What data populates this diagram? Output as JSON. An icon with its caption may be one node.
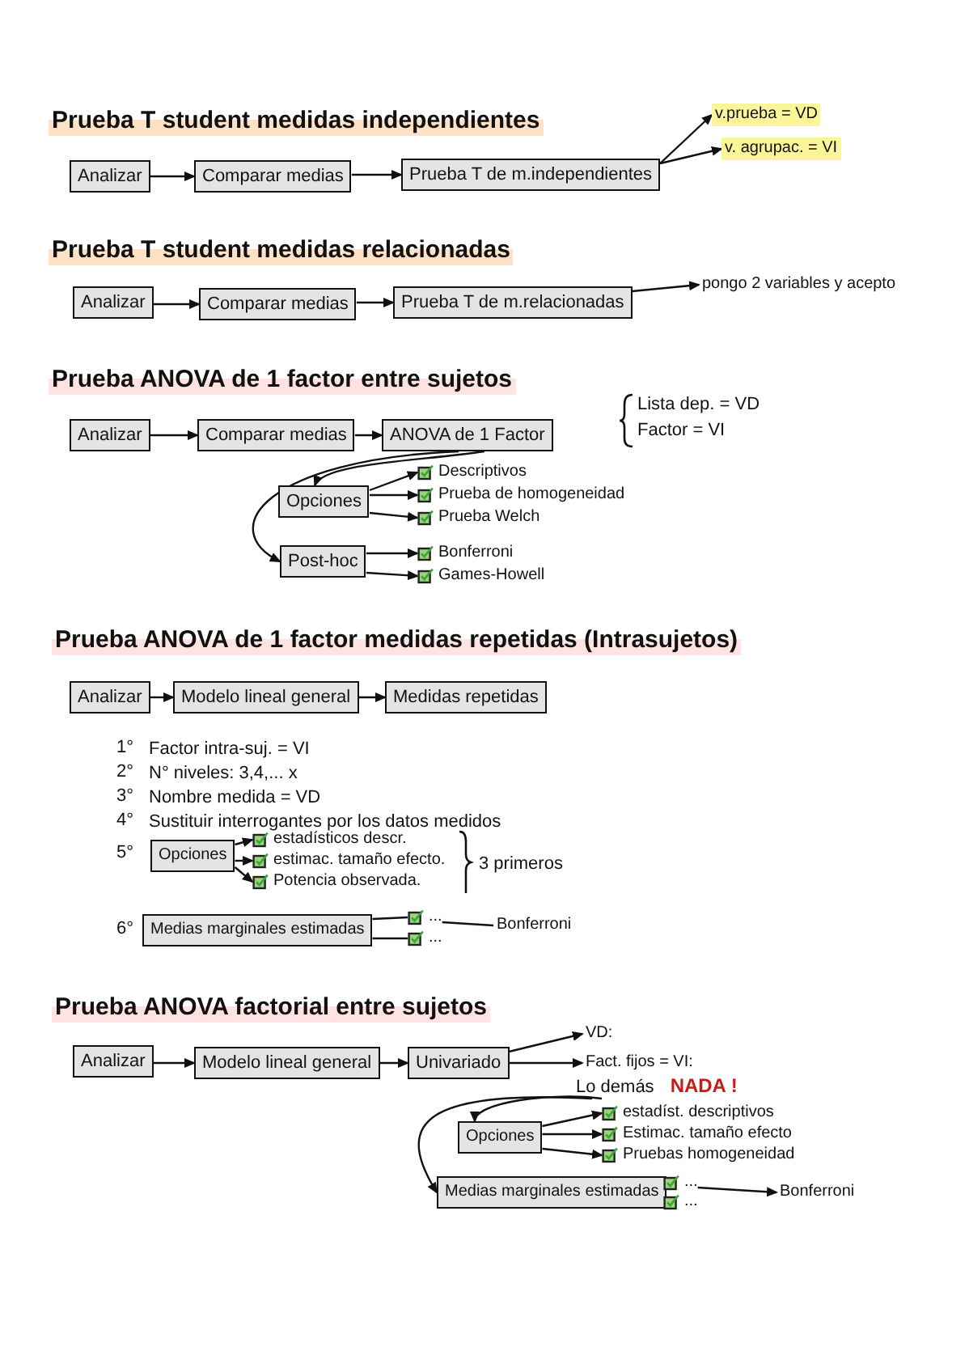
{
  "diagram": {
    "nodes": [
      {
        "text": [
          "Analizar"
        ]
      },
      {
        "text": [
          "Comparar medias"
        ]
      },
      {
        "text": [
          "Prueba T de m.independientes"
        ]
      },
      {
        "text": [
          "v.prueba = VD"
        ]
      },
      {
        "text": [
          "v. agrupac. = VI"
        ]
      },
      {
        "text": [
          "Analizar"
        ]
      },
      {
        "text": [
          "Comparar medias"
        ]
      },
      {
        "text": [
          "Prueba T de m.relacionadas"
        ]
      },
      {
        "text": [
          "pongo 2 variables y acepto"
        ]
      },
      {
        "text": [
          "Analizar"
        ]
      },
      {
        "text": [
          "Comparar medias"
        ]
      },
      {
        "text": [
          "ANOVA de 1 Factor"
        ]
      },
      {
        "text": [
          "Opciones"
        ]
      },
      {
        "text": [
          "Descriptivos"
        ]
      },
      {
        "text": [
          "Prueba de homogeneidad"
        ]
      },
      {
        "text": [
          "Prueba Welch"
        ]
      },
      {
        "text": [
          "Post-hoc"
        ]
      },
      {
        "text": [
          "Bonferroni"
        ]
      },
      {
        "text": [
          "Games-Howell"
        ]
      },
      {
        "text": [
          "Analizar"
        ]
      },
      {
        "text": [
          "Modelo lineal general"
        ]
      },
      {
        "text": [
          "Medidas repetidas"
        ]
      },
      {
        "text": [
          "Opciones"
        ]
      },
      {
        "text": [
          "estadísticos descr."
        ]
      },
      {
        "text": [
          "estimac. tamaño efecto."
        ]
      },
      {
        "text": [
          "Potencia observada."
        ]
      },
      {
        "text": [
          "Medias marginales estimadas"
        ]
      },
      {
        "text": [
          "..."
        ]
      },
      {
        "text": [
          "..."
        ]
      },
      {
        "text": [
          "Bonferroni"
        ]
      },
      {
        "text": [
          "Analizar"
        ]
      },
      {
        "text": [
          "Modelo lineal general"
        ]
      },
      {
        "text": [
          "Univariado"
        ]
      },
      {
        "text": [
          "VD:"
        ]
      },
      {
        "text": [
          "Fact. fijos = VI:"
        ]
      },
      {
        "text": [
          "Lo demás",
          "NADA !"
        ]
      },
      {
        "text": [
          "Opciones"
        ]
      },
      {
        "text": [
          "estadíst. descriptivos"
        ]
      },
      {
        "text": [
          "Estimac. tamaño efecto"
        ]
      },
      {
        "text": [
          "Pruebas homogeneidad"
        ]
      },
      {
        "text": [
          "Medias marginales estimadas"
        ]
      },
      {
        "text": [
          "..."
        ]
      },
      {
        "text": [
          "..."
        ]
      },
      {
        "text": [
          "Bonferroni"
        ]
      }
    ],
    "edges": [
      {
        "from": 0,
        "to": 1,
        "arrow": "to"
      },
      {
        "from": 1,
        "to": 2,
        "arrow": "to"
      },
      {
        "from": 2,
        "to": 3,
        "arrow": "to"
      },
      {
        "from": 2,
        "to": 4,
        "arrow": "to"
      },
      {
        "from": 5,
        "to": 6,
        "arrow": "to"
      },
      {
        "from": 6,
        "to": 7,
        "arrow": "to"
      },
      {
        "from": 7,
        "to": 8,
        "arrow": "to"
      },
      {
        "from": 9,
        "to": 10,
        "arrow": "to"
      },
      {
        "from": 10,
        "to": 11,
        "arrow": "to"
      },
      {
        "from": 11,
        "to": 12,
        "arrow": "to"
      },
      {
        "from": 11,
        "to": 16,
        "arrow": "to"
      },
      {
        "from": 12,
        "to": 13,
        "arrow": "to"
      },
      {
        "from": 12,
        "to": 14,
        "arrow": "to"
      },
      {
        "from": 12,
        "to": 15,
        "arrow": "to"
      },
      {
        "from": 16,
        "to": 17,
        "arrow": "to"
      },
      {
        "from": 16,
        "to": 18,
        "arrow": "to"
      },
      {
        "from": 19,
        "to": 20,
        "arrow": "to"
      },
      {
        "from": 20,
        "to": 21,
        "arrow": "to"
      },
      {
        "from": 22,
        "to": 23,
        "arrow": "to"
      },
      {
        "from": 22,
        "to": 24,
        "arrow": "to"
      },
      {
        "from": 22,
        "to": 25,
        "arrow": "to"
      },
      {
        "from": 26,
        "to": 27,
        "arrow": "none"
      },
      {
        "from": 26,
        "to": 28,
        "arrow": "none"
      },
      {
        "from": 27,
        "to": 29,
        "arrow": "none"
      },
      {
        "from": 30,
        "to": 31,
        "arrow": "to"
      },
      {
        "from": 31,
        "to": 32,
        "arrow": "to"
      },
      {
        "from": 32,
        "to": 33,
        "arrow": "to"
      },
      {
        "from": 32,
        "to": 34,
        "arrow": "to"
      },
      {
        "from": 35,
        "to": 36,
        "arrow": "to"
      },
      {
        "from": 35,
        "to": 40,
        "arrow": "to"
      },
      {
        "from": 36,
        "to": 37,
        "arrow": "to"
      },
      {
        "from": 36,
        "to": 38,
        "arrow": "to"
      },
      {
        "from": 36,
        "to": 39,
        "arrow": "to"
      },
      {
        "from": 41,
        "to": 43,
        "arrow": "to"
      }
    ],
    "labels": [
      "Prueba T student medidas independientes",
      "Prueba T student medidas relacionadas",
      "Prueba ANOVA de 1 factor entre sujetos",
      "Lista dep. = VD",
      "Factor = VI",
      "Prueba ANOVA de 1 factor medidas repetidas (Intrasujetos)",
      "1°",
      "Factor intra-suj. = VI",
      "2°",
      "N° niveles: 3,4,... x",
      "3°",
      "Nombre medida = VD",
      "4°",
      "Sustituir interrogantes por los datos medidos",
      "5°",
      "3 primeros",
      "6°",
      "Prueba ANOVA factorial entre sujetos"
    ]
  }
}
